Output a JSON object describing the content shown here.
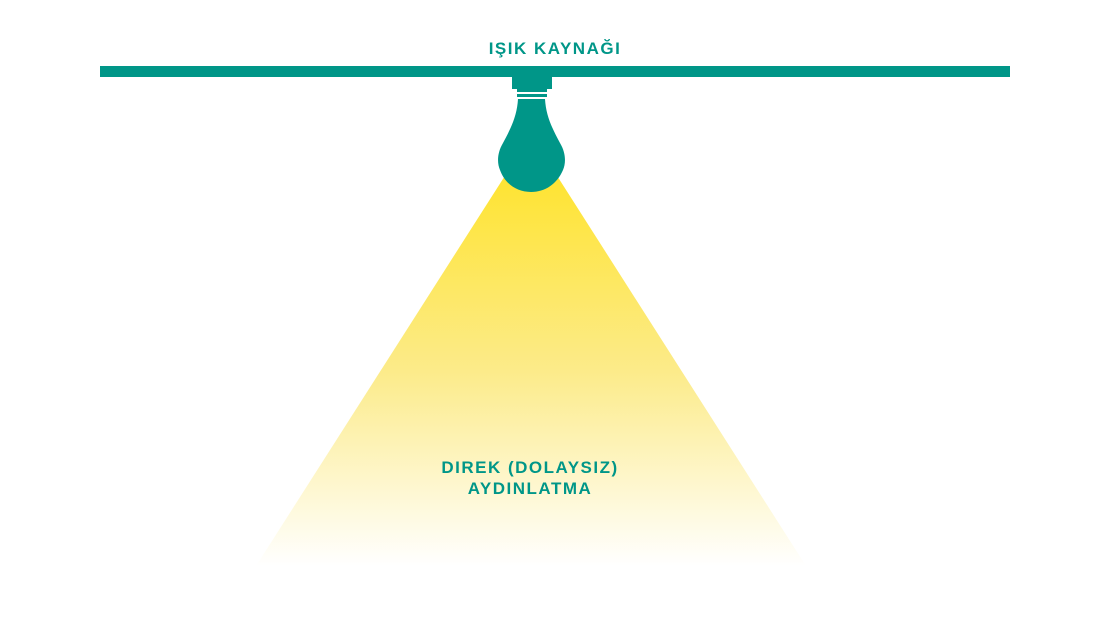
{
  "diagram": {
    "title": "IŞIK KAYNAĞI",
    "caption_line1": "DIREK (DOLAYSIZ)",
    "caption_line2": "AYDINLATMA"
  },
  "colors": {
    "teal": "#009688",
    "light_top": "#FFE21F",
    "light_mid": "#FCE97A",
    "light_bottom": "#FFFFFF",
    "background": "#FFFFFF"
  },
  "icons": {
    "lamp": "light-bulb-icon"
  }
}
